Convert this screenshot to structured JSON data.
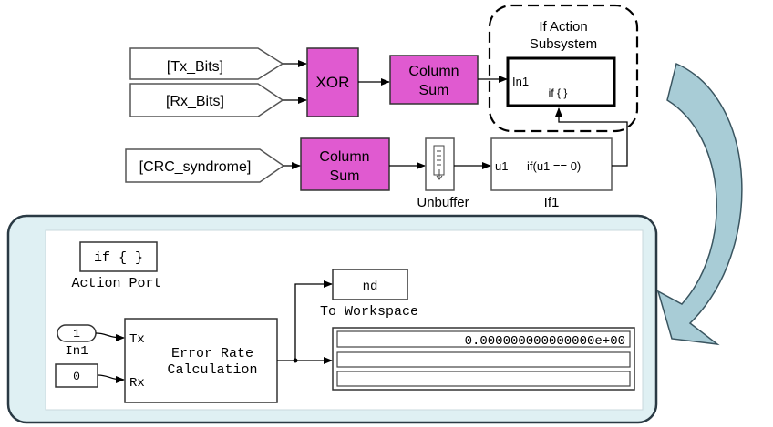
{
  "colors": {
    "accent_block": "#e05ad0",
    "panel_fill": "#dff0f3",
    "panel_border": "#2a3a44",
    "arrow_fill": "#a8ccd6"
  },
  "top": {
    "goto_tx": "[Tx_Bits]",
    "goto_rx": "[Rx_Bits]",
    "goto_crc": "[CRC_syndrome]",
    "xor": "XOR",
    "colsum1_line1": "Column",
    "colsum1_line2": "Sum",
    "colsum2_line1": "Column",
    "colsum2_line2": "Sum",
    "subsystem_title_line1": "If Action",
    "subsystem_title_line2": "Subsystem",
    "subsystem_in": "In1",
    "subsystem_if": "if { }",
    "unbuffer_label": "Unbuffer",
    "if_port": "u1",
    "if_condition": "if(u1 == 0)",
    "if_label": "If1"
  },
  "bottom": {
    "action_port_block": "if { }",
    "action_port_label": "Action Port",
    "in1_value": "1",
    "in1_label": "In1",
    "const_value": "0",
    "erc_tx": "Tx",
    "erc_rx": "Rx",
    "erc_line1": "Error Rate",
    "erc_line2": "Calculation",
    "workspace_var": "nd",
    "workspace_label": "To Workspace",
    "display_value": "0.000000000000000e+00"
  }
}
